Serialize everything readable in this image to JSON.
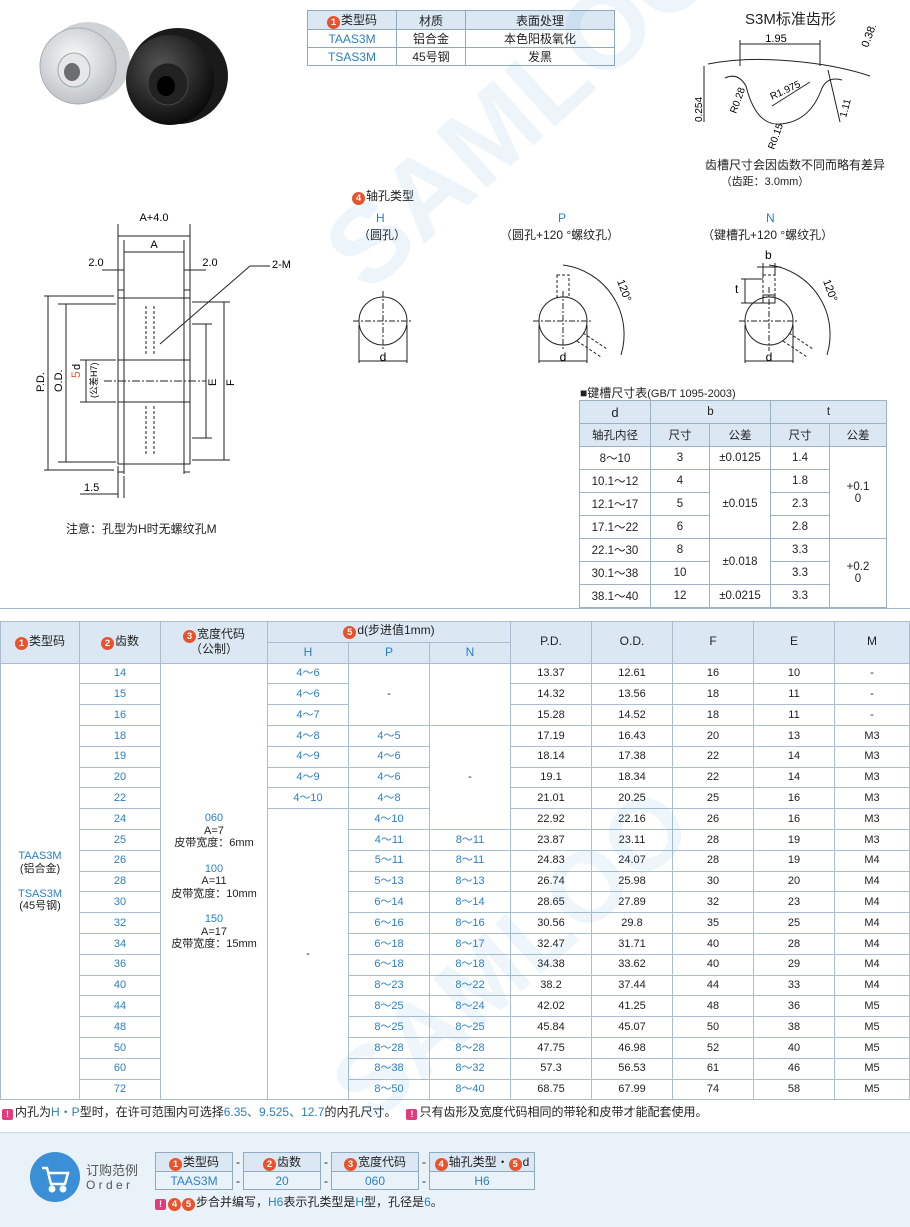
{
  "type_table": {
    "headers": [
      "类型码",
      "材质",
      "表面处理"
    ],
    "rows": [
      {
        "code": "TAAS3M",
        "material": "铝合金",
        "finish": "本色阳极氧化"
      },
      {
        "code": "TSAS3M",
        "material": "45号钢",
        "finish": "发黑"
      }
    ]
  },
  "tooth_profile": {
    "title": "S3M标准齿形",
    "dims": {
      "pitch_w": "1.95",
      "tip": "0.381",
      "r1": "R0.28",
      "r2": "R1.975",
      "h": "0.254",
      "r3": "R0.15",
      "depth": "1.11"
    },
    "note1": "齿槽尺寸会因齿数不同而略有差异",
    "note2": "（齿距：3.0mm）"
  },
  "side_drawing": {
    "a4": "A+4.0",
    "a": "A",
    "left": "2.0",
    "right": "2.0",
    "m": "2-M",
    "pd": "P.D.",
    "od": "O.D.",
    "d": "d",
    "tol": "(公差H7)",
    "e": "E",
    "f": "F",
    "flange": "1.5",
    "note": "注意：孔型为H时无螺纹孔M"
  },
  "bore_types": {
    "title": "轴孔类型",
    "types": [
      {
        "code": "H",
        "desc": "（圆孔）"
      },
      {
        "code": "P",
        "desc": "（圆孔+120 °螺纹孔）"
      },
      {
        "code": "N",
        "desc": "（键槽孔+120 °螺纹孔）"
      }
    ],
    "d": "d",
    "b": "b",
    "t": "t",
    "angle": "120°"
  },
  "keyway": {
    "title": "■键槽尺寸表",
    "std": "(GB/T 1095-2003)",
    "h_d": "d",
    "h_d2": "轴孔内径",
    "h_b": "b",
    "h_t": "t",
    "h_size": "尺寸",
    "h_tol": "公差",
    "rows": [
      {
        "range": "8～10",
        "b": "3",
        "bt": "±0.0125",
        "t": "1.4"
      },
      {
        "range": "10.1～12",
        "b": "4",
        "t": "1.8"
      },
      {
        "range": "12.1～17",
        "b": "5",
        "bt": "±0.015",
        "t": "2.3"
      },
      {
        "range": "17.1～22",
        "b": "6",
        "t": "2.8"
      },
      {
        "range": "22.1～30",
        "b": "8",
        "bt": "±0.018",
        "t": "3.3"
      },
      {
        "range": "30.1～38",
        "b": "10",
        "t": "3.3"
      },
      {
        "range": "38.1～40",
        "b": "12",
        "bt": "±0.0215",
        "t": "3.3"
      }
    ],
    "ttol1": "+0.1\n0",
    "ttol2": "+0.2\n0"
  },
  "main_table": {
    "h_type": "类型码",
    "h_teeth": "齿数",
    "h_width": "宽度代码",
    "h_width2": "（公制）",
    "h_d": "d(步进值1mm)",
    "h_H": "H",
    "h_P": "P",
    "h_N": "N",
    "h_pd": "P.D.",
    "h_od": "O.D.",
    "h_f": "F",
    "h_e": "E",
    "h_m": "M",
    "types": [
      "TAAS3M",
      "(铝合金)",
      "TSAS3M",
      "(45号钢)"
    ],
    "widths": [
      {
        "code": "060",
        "a": "A=7",
        "belt": "皮带宽度：6mm"
      },
      {
        "code": "100",
        "a": "A=11",
        "belt": "皮带宽度：10mm"
      },
      {
        "code": "150",
        "a": "A=17",
        "belt": "皮带宽度：15mm"
      }
    ],
    "dash": "-",
    "rows": [
      {
        "z": "14",
        "H": "4～6",
        "P": "",
        "N": "",
        "pd": "13.37",
        "od": "12.61",
        "f": "16",
        "e": "10",
        "m": "-"
      },
      {
        "z": "15",
        "H": "4～6",
        "P": "-",
        "N": "",
        "pd": "14.32",
        "od": "13.56",
        "f": "18",
        "e": "11",
        "m": "-"
      },
      {
        "z": "16",
        "H": "4～7",
        "P": "",
        "N": "",
        "pd": "15.28",
        "od": "14.52",
        "f": "18",
        "e": "11",
        "m": "-"
      },
      {
        "z": "18",
        "H": "4～8",
        "P": "4～5",
        "N": "-",
        "pd": "17.19",
        "od": "16.43",
        "f": "20",
        "e": "13",
        "m": "M3"
      },
      {
        "z": "19",
        "H": "4～9",
        "P": "4～6",
        "N": "",
        "pd": "18.14",
        "od": "17.38",
        "f": "22",
        "e": "14",
        "m": "M3"
      },
      {
        "z": "20",
        "H": "4～9",
        "P": "4～6",
        "N": "",
        "pd": "19.1",
        "od": "18.34",
        "f": "22",
        "e": "14",
        "m": "M3"
      },
      {
        "z": "22",
        "H": "4～10",
        "P": "4～8",
        "N": "",
        "pd": "21.01",
        "od": "20.25",
        "f": "25",
        "e": "16",
        "m": "M3"
      },
      {
        "z": "24",
        "H": "",
        "P": "4～10",
        "N": "",
        "pd": "22.92",
        "od": "22.16",
        "f": "26",
        "e": "16",
        "m": "M3"
      },
      {
        "z": "25",
        "H": "",
        "P": "4～11",
        "N": "8～11",
        "pd": "23.87",
        "od": "23.11",
        "f": "28",
        "e": "19",
        "m": "M3"
      },
      {
        "z": "26",
        "H": "",
        "P": "5～11",
        "N": "8～11",
        "pd": "24.83",
        "od": "24.07",
        "f": "28",
        "e": "19",
        "m": "M4"
      },
      {
        "z": "28",
        "H": "",
        "P": "5～13",
        "N": "8～13",
        "pd": "26.74",
        "od": "25.98",
        "f": "30",
        "e": "20",
        "m": "M4"
      },
      {
        "z": "30",
        "H": "",
        "P": "6～14",
        "N": "8～14",
        "pd": "28.65",
        "od": "27.89",
        "f": "32",
        "e": "23",
        "m": "M4"
      },
      {
        "z": "32",
        "H": "",
        "P": "6～16",
        "N": "8～16",
        "pd": "30.56",
        "od": "29.8",
        "f": "35",
        "e": "25",
        "m": "M4"
      },
      {
        "z": "34",
        "H": "",
        "P": "6～18",
        "N": "8～17",
        "pd": "32.47",
        "od": "31.71",
        "f": "40",
        "e": "28",
        "m": "M4"
      },
      {
        "z": "36",
        "H": "",
        "P": "6～18",
        "N": "8～18",
        "pd": "34.38",
        "od": "33.62",
        "f": "40",
        "e": "29",
        "m": "M4"
      },
      {
        "z": "40",
        "H": "",
        "P": "8～23",
        "N": "8～22",
        "pd": "38.2",
        "od": "37.44",
        "f": "44",
        "e": "33",
        "m": "M4"
      },
      {
        "z": "44",
        "H": "",
        "P": "8～25",
        "N": "8～24",
        "pd": "42.02",
        "od": "41.25",
        "f": "48",
        "e": "36",
        "m": "M5"
      },
      {
        "z": "48",
        "H": "",
        "P": "8～25",
        "N": "8～25",
        "pd": "45.84",
        "od": "45.07",
        "f": "50",
        "e": "38",
        "m": "M5"
      },
      {
        "z": "50",
        "H": "",
        "P": "8～28",
        "N": "8～28",
        "pd": "47.75",
        "od": "46.98",
        "f": "52",
        "e": "40",
        "m": "M5"
      },
      {
        "z": "60",
        "H": "",
        "P": "8～38",
        "N": "8～32",
        "pd": "57.3",
        "od": "56.53",
        "f": "61",
        "e": "46",
        "m": "M5"
      },
      {
        "z": "72",
        "H": "",
        "P": "8～50",
        "N": "8～40",
        "pd": "68.75",
        "od": "67.99",
        "f": "74",
        "e": "58",
        "m": "M5"
      }
    ]
  },
  "notes": {
    "n1a": "内孔为",
    "n1b": "H・P",
    "n1c": "型时，在许可范围内可选择",
    "n1d": "6.35、9.525、12.7",
    "n1e": "的内孔尺寸。",
    "n2": "只有齿形及宽度代码相同的带轮和皮带才能配套使用。"
  },
  "order": {
    "title": "订购范例",
    "title2": "O r d e r",
    "h1": "类型码",
    "h2": "齿数",
    "h3": "宽度代码",
    "h4": "轴孔类型・",
    "h4b": "d",
    "v1": "TAAS3M",
    "v2": "20",
    "v3": "060",
    "v4": "H6",
    "dash": "-",
    "note_a": "步合并编写，",
    "note_b": "H6",
    "note_c": "表示孔类型是",
    "note_d": "H",
    "note_e": "型，孔径是",
    "note_f": "6",
    "note_g": "。"
  },
  "watermark": "SAMLOO"
}
